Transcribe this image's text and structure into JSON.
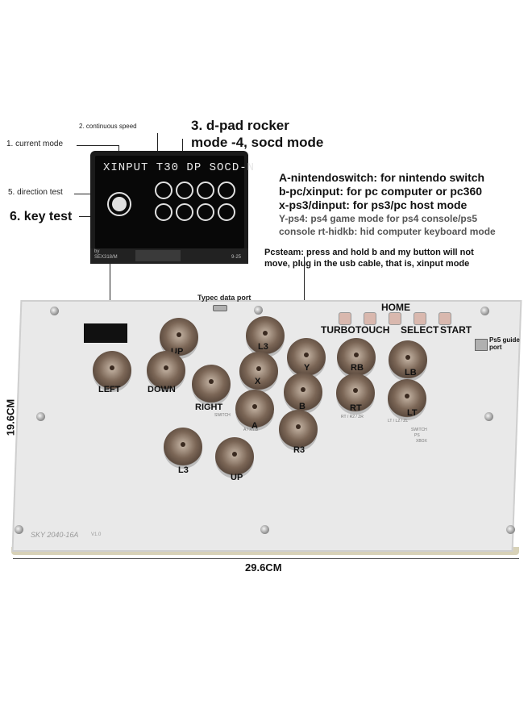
{
  "callouts": {
    "current_mode": "1. current mode",
    "continuous_speed": "2. continuous speed",
    "dpad_rocker": "3. d-pad rocker",
    "mode_socd": "mode -4, socd mode",
    "direction_test": "5. direction test",
    "key_test": "6. key test"
  },
  "oled": {
    "display_text": "XINPUT T30 DP SOCD-N",
    "brand": "SEX318/M",
    "version": "9-25",
    "by": "by"
  },
  "modes": {
    "a": "A-nintendoswitch: for nintendo switch",
    "b": "b-pc/xinput: for pc computer or pc360",
    "x": "x-ps3/dinput: for ps3/pc host mode",
    "y1": "Y-ps4: ps4 game mode for ps4 console/ps5",
    "y2": "console rt-hidkb: hid computer keyboard mode",
    "pcsteam1": "Pcsteam: press and hold b and my button will not",
    "pcsteam2": "move, plug in the usb cable, that is, xinput mode"
  },
  "ports": {
    "typec": "Typec data port",
    "ps5_guide_1": "Ps5 guide",
    "ps5_guide_2": "port"
  },
  "function_buttons": {
    "home": "HOME",
    "turbo": "TURBO",
    "touch": "TOUCH",
    "select": "SELECT",
    "start": "START"
  },
  "buttons": {
    "up_top": "UP",
    "left": "LEFT",
    "down": "DOWN",
    "right": "RIGHT",
    "l3_top": "L3",
    "x": "X",
    "y": "Y",
    "rb": "RB",
    "lb": "LB",
    "a": "A",
    "b": "B",
    "rt": "RT",
    "lt": "LT",
    "r3": "R3",
    "l3_bottom": "L3",
    "up_bottom": "UP"
  },
  "silk": {
    "model": "SKY 2040-16A",
    "ver": "V1.0",
    "switch": "SWITCH",
    "ps": "PS",
    "xbox": "XBOX",
    "lt_row": "LT / L2 / ZL",
    "rt_row": "RT / R2 / ZR",
    "a_row": "A / X / B",
    "switch_small": "SWITCH"
  },
  "dimensions": {
    "height": "19.6CM",
    "width": "29.6CM"
  }
}
